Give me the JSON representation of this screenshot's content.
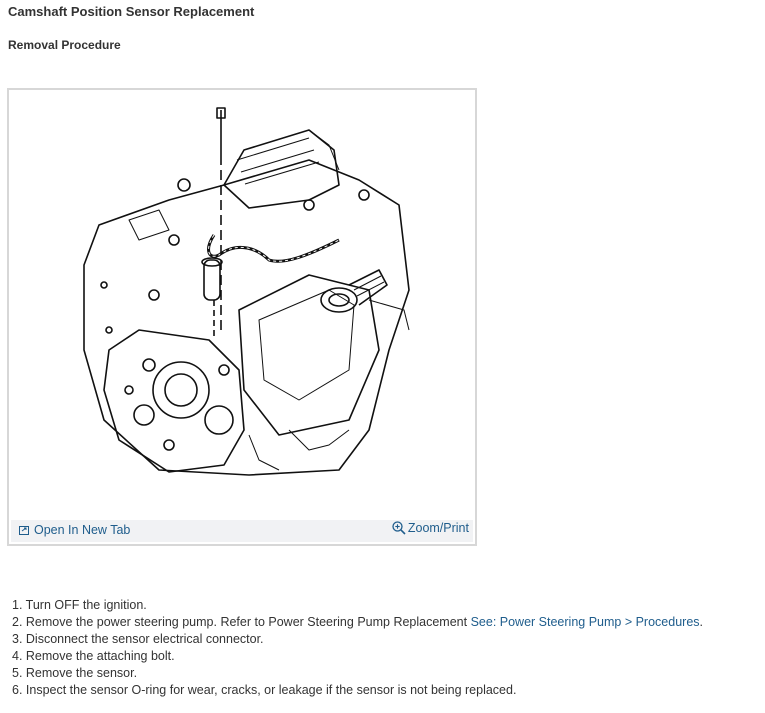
{
  "page": {
    "title": "Camshaft Position Sensor Replacement",
    "subtitle": "Removal Procedure"
  },
  "figure": {
    "open_tab_label": "Open In New Tab",
    "zoom_label": "Zoom/Print",
    "open_tab_icon": "open-in-new-tab-icon",
    "zoom_icon": "magnifier-plus-icon"
  },
  "steps": [
    {
      "text": "1. Turn OFF the ignition."
    },
    {
      "text": "2. Remove the power steering pump. Refer to Power Steering Pump Replacement ",
      "link": "See: Power Steering Pump > Procedures",
      "suffix": "."
    },
    {
      "text": "3. Disconnect the sensor electrical connector."
    },
    {
      "text": "4. Remove the attaching bolt."
    },
    {
      "text": "5. Remove the sensor."
    },
    {
      "text": "6. Inspect the sensor O-ring for wear, cracks, or leakage if the sensor is not being replaced."
    }
  ],
  "colors": {
    "link": "#1f5d8c",
    "text": "#333333",
    "figure_border": "#d7d7d7",
    "figure_bar": "#f1f2f4"
  }
}
